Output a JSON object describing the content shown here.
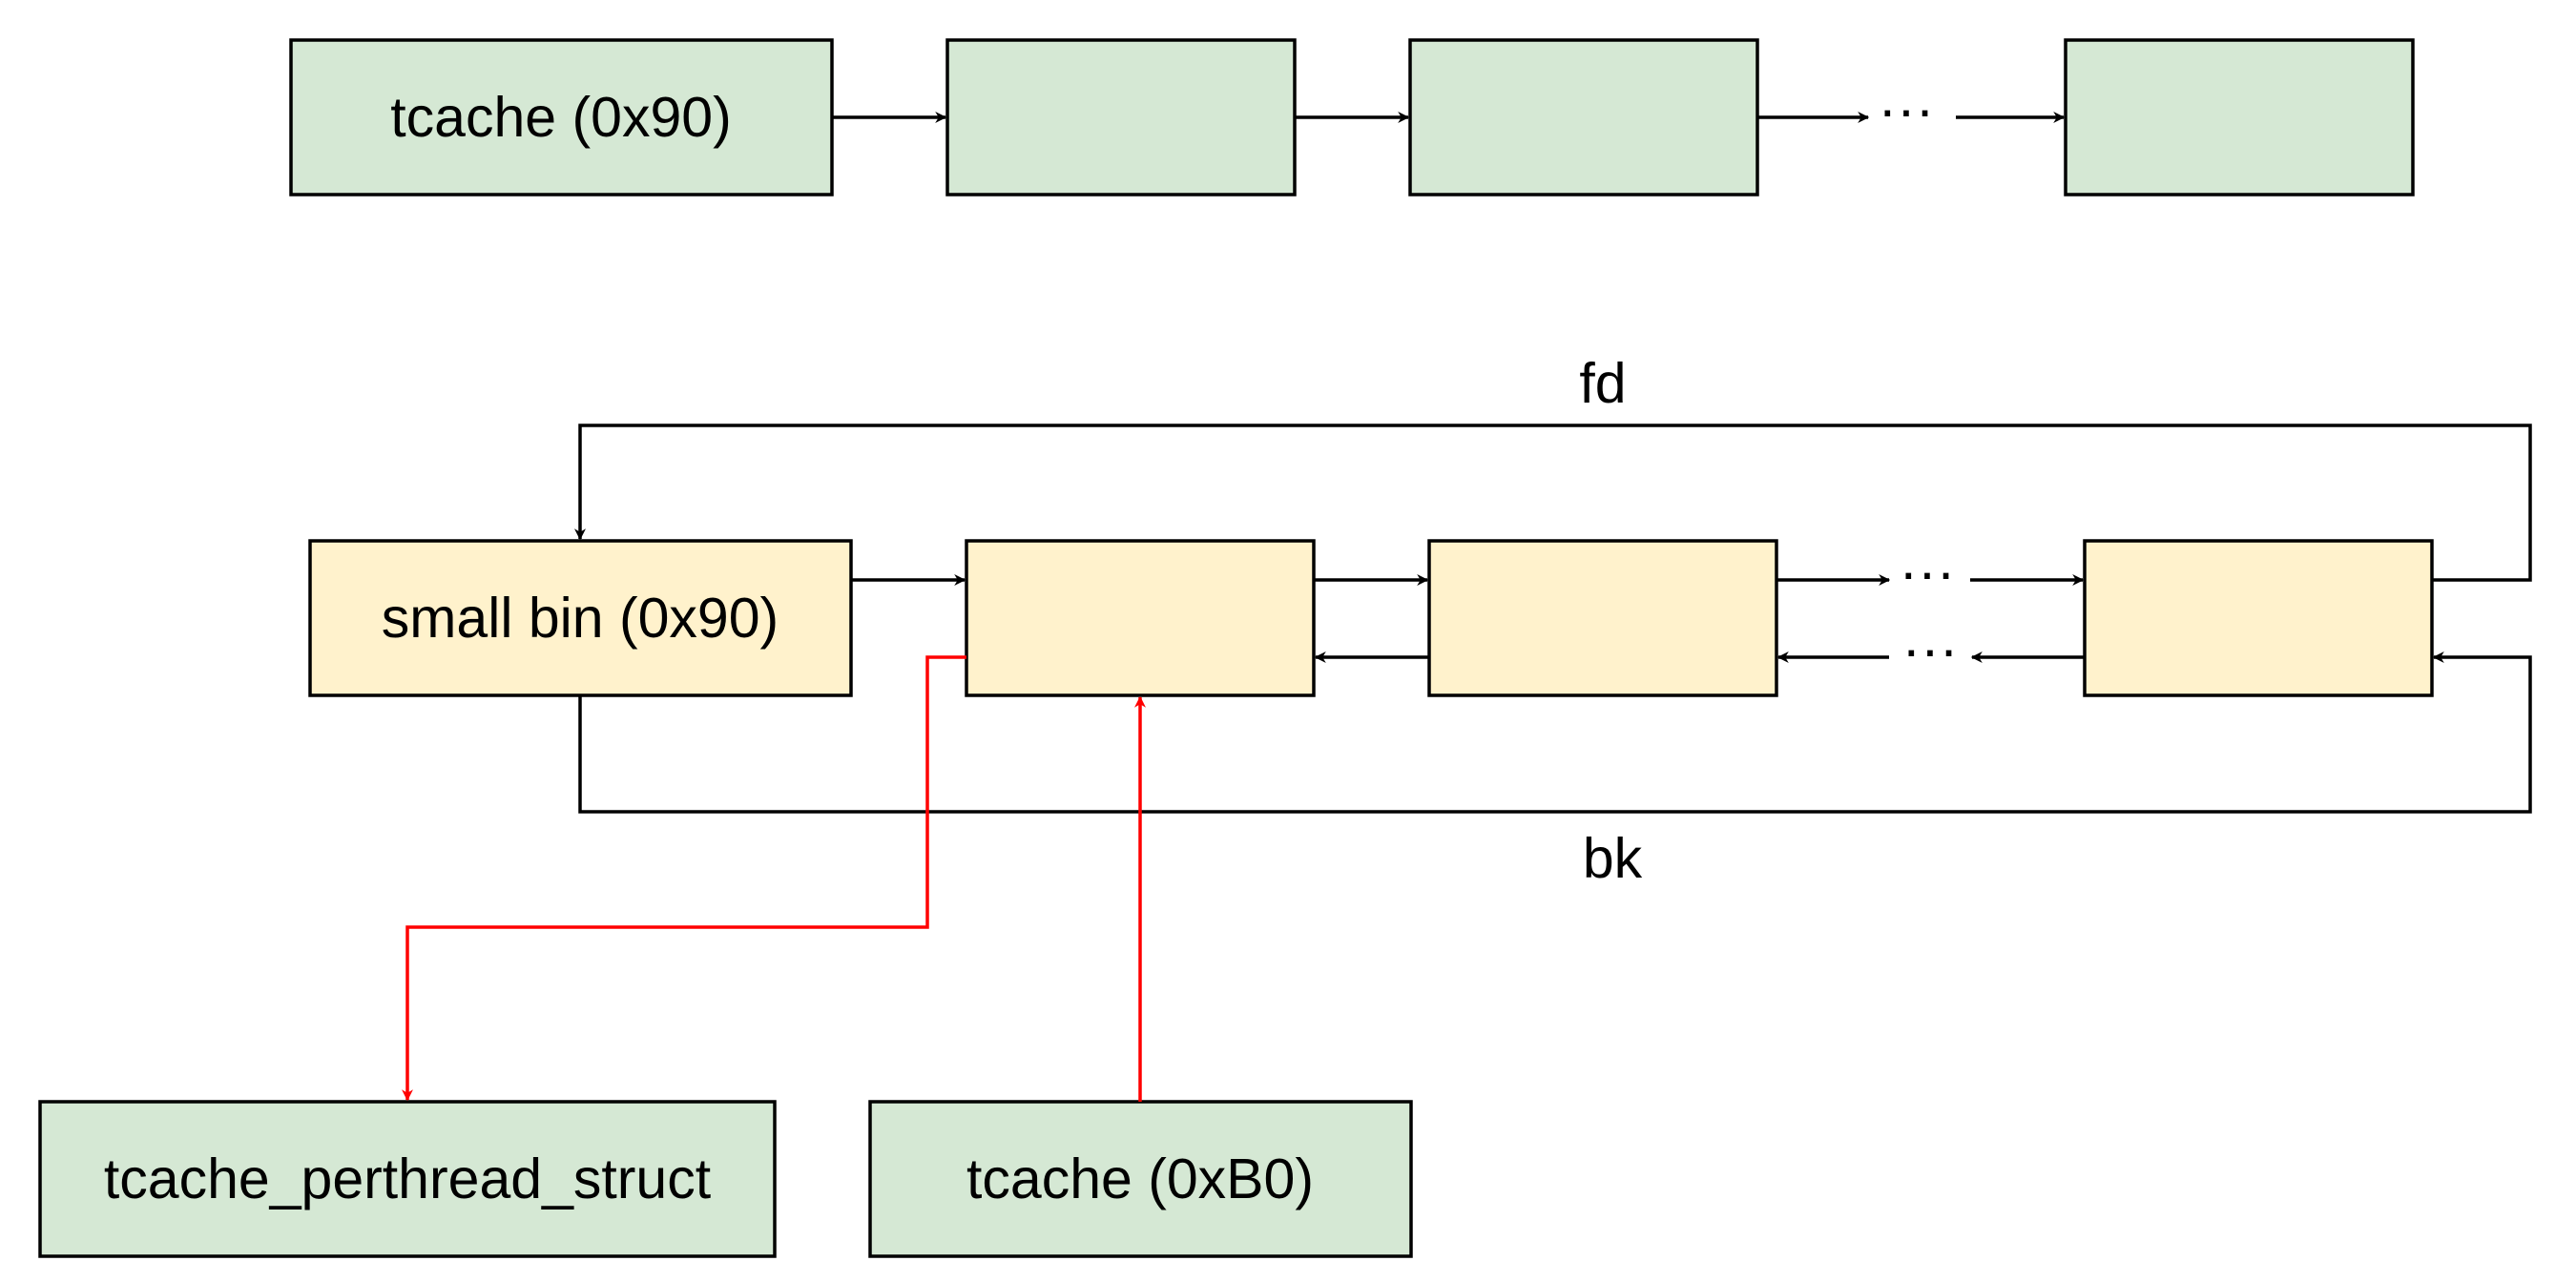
{
  "colors": {
    "tcache_fill": "#d5e8d4",
    "smallbin_fill": "#fff2cc",
    "stroke": "#000000",
    "highlight_edge": "#ff0000",
    "background": "#ffffff"
  },
  "tcache_list": {
    "head_label": "tcache (0x90)",
    "ellipsis": "···"
  },
  "small_bin": {
    "head_label": "small bin (0x90)",
    "ellipsis_fd": "···",
    "ellipsis_bk": "···",
    "fd_label": "fd",
    "bk_label": "bk"
  },
  "targets": {
    "perthread_label": "tcache_perthread_struct",
    "tcache_b0_label": "tcache (0xB0)"
  }
}
